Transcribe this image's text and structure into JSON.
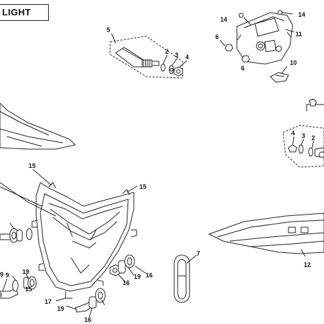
{
  "title": "LIGHT",
  "callouts": [
    {
      "id": "c1",
      "label": "5"
    },
    {
      "id": "c2",
      "label": "2"
    },
    {
      "id": "c3",
      "label": "3"
    },
    {
      "id": "c4",
      "label": "4"
    },
    {
      "id": "c5",
      "label": "14"
    },
    {
      "id": "c6",
      "label": "14"
    },
    {
      "id": "c7",
      "label": "11"
    },
    {
      "id": "c8",
      "label": "6"
    },
    {
      "id": "c9",
      "label": "6"
    },
    {
      "id": "c10",
      "label": "10"
    },
    {
      "id": "c11",
      "label": "4"
    },
    {
      "id": "c12",
      "label": "3"
    },
    {
      "id": "c13",
      "label": "2"
    },
    {
      "id": "c14",
      "label": "15"
    },
    {
      "id": "c15",
      "label": "15"
    },
    {
      "id": "c16",
      "label": "7"
    },
    {
      "id": "c17",
      "label": "12"
    },
    {
      "id": "c18",
      "label": "9"
    },
    {
      "id": "c19",
      "label": "19"
    },
    {
      "id": "c20",
      "label": "16"
    },
    {
      "id": "c21",
      "label": "9"
    },
    {
      "id": "c22",
      "label": "16"
    },
    {
      "id": "c23",
      "label": "19"
    },
    {
      "id": "c24",
      "label": "15"
    },
    {
      "id": "c25",
      "label": "17"
    },
    {
      "id": "c26",
      "label": "19"
    },
    {
      "id": "c27",
      "label": "16"
    }
  ]
}
